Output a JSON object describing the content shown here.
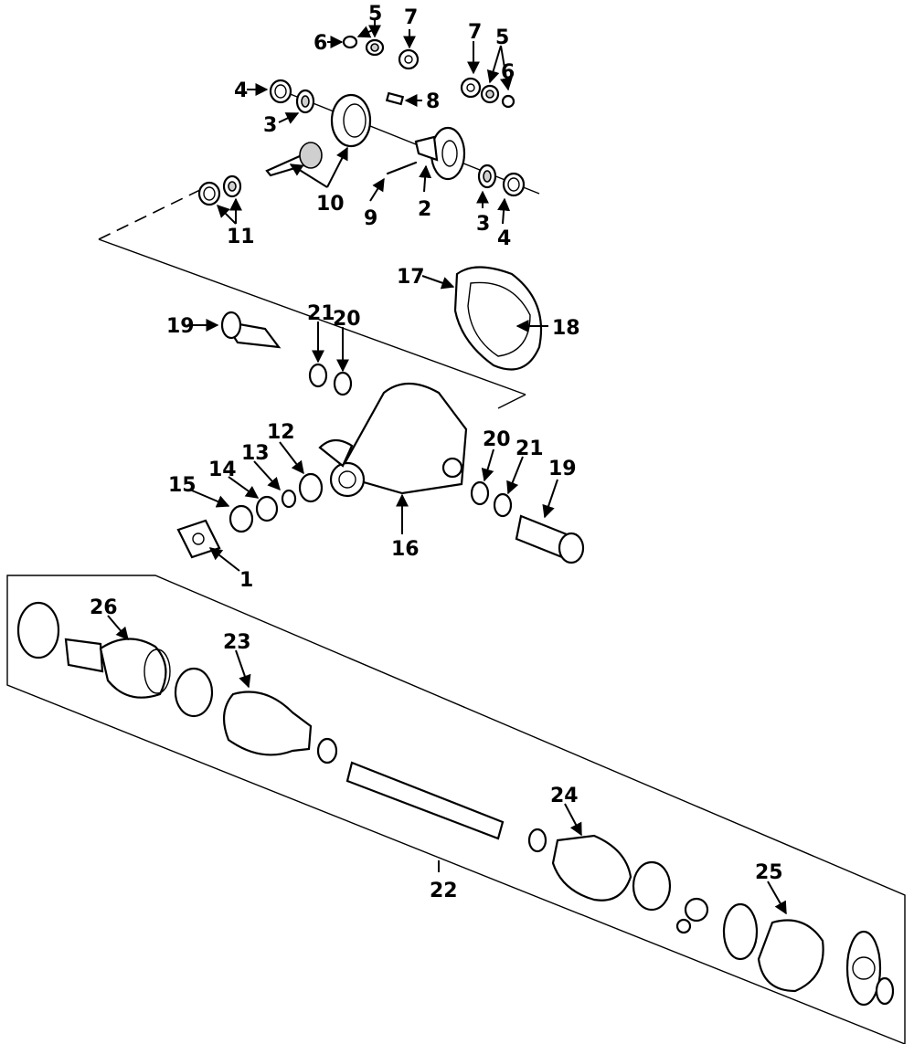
{
  "callouts": {
    "c1": "1",
    "c2": "2",
    "c3a": "3",
    "c3b": "3",
    "c4a": "4",
    "c4b": "4",
    "c5a": "5",
    "c5b": "5",
    "c6a": "6",
    "c6b": "6",
    "c7a": "7",
    "c7b": "7",
    "c8": "8",
    "c9": "9",
    "c10": "10",
    "c11": "11",
    "c12": "12",
    "c13": "13",
    "c14": "14",
    "c15": "15",
    "c16": "16",
    "c17": "17",
    "c18": "18",
    "c19a": "19",
    "c19b": "19",
    "c20a": "20",
    "c20b": "20",
    "c21a": "21",
    "c21b": "21",
    "c22": "22",
    "c23": "23",
    "c24": "24",
    "c25": "25",
    "c26": "26"
  },
  "colors": {
    "ink": "#000000",
    "paper": "#ffffff",
    "shade": "#cfcfcf"
  }
}
